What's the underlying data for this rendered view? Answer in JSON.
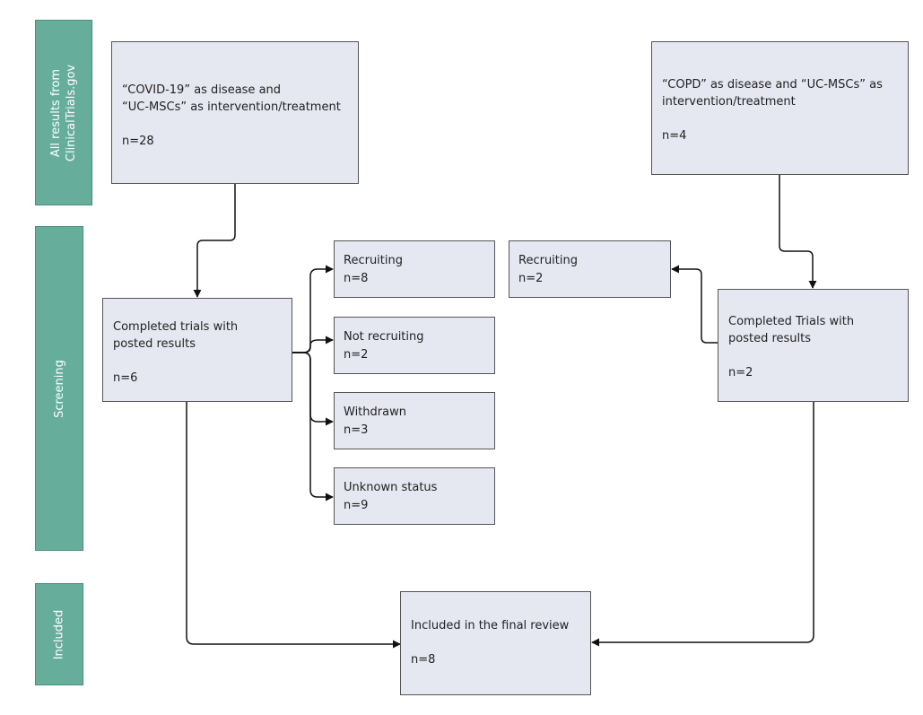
{
  "stages": {
    "all_results": "All results from\nClinicalTrials.gov",
    "screening": "Screening",
    "included": "Included"
  },
  "boxes": {
    "covid_search": {
      "text": "“COVID-19” as disease and\n“UC-MSCs” as intervention/treatment",
      "count": "n=28"
    },
    "copd_search": {
      "text": "“COPD” as disease and “UC-MSCs” as\nintervention/treatment",
      "count": "n=4"
    },
    "covid_completed": {
      "text": "Completed trials with\nposted results",
      "count": "n=6"
    },
    "copd_completed": {
      "text": "Completed Trials with\nposted results",
      "count": "n=2"
    },
    "covid_recruiting": {
      "text": "Recruiting",
      "count": "n=8"
    },
    "covid_not_recruiting": {
      "text": "Not recruiting",
      "count": "n=2"
    },
    "covid_withdrawn": {
      "text": "Withdrawn",
      "count": "n=3"
    },
    "covid_unknown": {
      "text": "Unknown status",
      "count": "n=9"
    },
    "copd_recruiting": {
      "text": "Recruiting",
      "count": "n=2"
    },
    "final_review": {
      "text": "Included in the final review",
      "count": "n=8"
    }
  },
  "colors": {
    "stage_fill": "#67ad9b",
    "box_fill": "#e6e8f1",
    "line": "#111111"
  }
}
